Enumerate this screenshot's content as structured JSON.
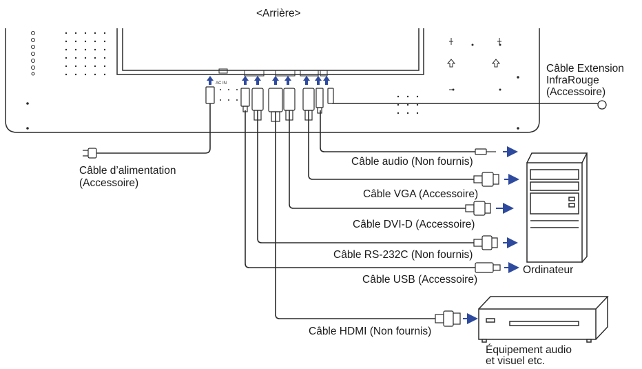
{
  "header": {
    "title": "<Arrière>"
  },
  "labels": {
    "ir_line1": "Câble Extension",
    "ir_line2": "InfraRouge",
    "ir_line3": "(Accessoire)",
    "power_line1": "Câble d’alimentation",
    "power_line2": "(Accessoire)",
    "audio": "Câble audio (Non fournis)",
    "vga": "Câble VGA (Accessoire)",
    "dvi": "Câble DVI-D (Accessoire)",
    "rs232": "Câble RS-232C (Non fournis)",
    "usb": "Câble USB (Accessoire)",
    "hdmi": "Câble HDMI (Non fournis)",
    "computer": "Ordinateur",
    "av_line1": "Équipement audio",
    "av_line2": "et visuel etc."
  },
  "panel_text": {
    "ac_in": "AC IN"
  },
  "colors": {
    "line": "#2b2b2b",
    "arrow": "#2e4a9e",
    "background": "#ffffff"
  }
}
